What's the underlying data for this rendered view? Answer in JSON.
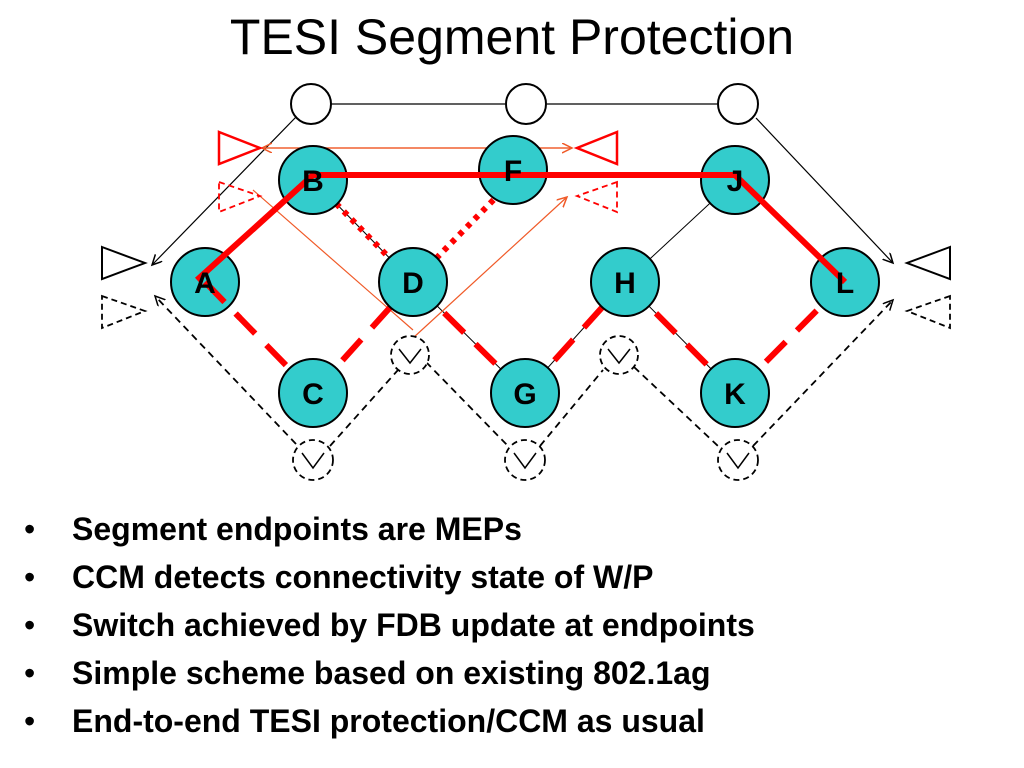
{
  "title": "TESI Segment Protection",
  "colors": {
    "node_fill": "#33cccc",
    "working_path": "#ff0000",
    "thin_red": "#f05a28",
    "line": "#000000"
  },
  "nodes": [
    {
      "id": "A",
      "label": "A"
    },
    {
      "id": "B",
      "label": "B"
    },
    {
      "id": "C",
      "label": "C"
    },
    {
      "id": "D",
      "label": "D"
    },
    {
      "id": "F",
      "label": "F"
    },
    {
      "id": "G",
      "label": "G"
    },
    {
      "id": "H",
      "label": "H"
    },
    {
      "id": "J",
      "label": "J"
    },
    {
      "id": "K",
      "label": "K"
    },
    {
      "id": "L",
      "label": "L"
    }
  ],
  "bullets": [
    "Segment endpoints are MEPs",
    "CCM detects connectivity state of W/P",
    "Switch achieved by FDB update at endpoints",
    "Simple scheme based on existing 802.1ag",
    "End-to-end TESI protection/CCM as usual"
  ],
  "bullet_char": "•"
}
